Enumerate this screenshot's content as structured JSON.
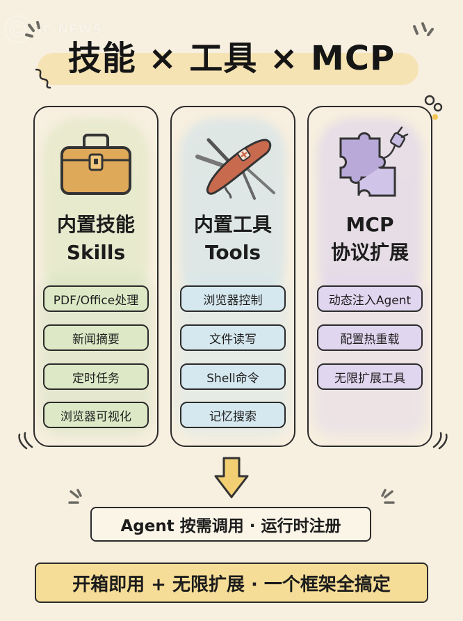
{
  "watermark": {
    "text": "IC NEWS"
  },
  "title": "技能 × 工具 × MCP",
  "cards": [
    {
      "title_line1": "内置技能",
      "title_line2": "Skills",
      "icon": "toolbox-icon",
      "wash": "#dfe7c3",
      "wash2": "#cfe0bb",
      "pill_bg": "#dde9c6",
      "items": [
        "PDF/Office处理",
        "新闻摘要",
        "定时任务",
        "浏览器可视化"
      ]
    },
    {
      "title_line1": "内置工具",
      "title_line2": "Tools",
      "icon": "swiss-knife-icon",
      "wash": "#cfe2ea",
      "wash2": "#d3e6ed",
      "pill_bg": "#d6e8ef",
      "items": [
        "浏览器控制",
        "文件读写",
        "Shell命令",
        "记忆搜索"
      ]
    },
    {
      "title_line1": "MCP",
      "title_line2": "协议扩展",
      "icon": "puzzle-plug-icon",
      "wash": "#ddd2ec",
      "wash2": "#e0d6ee",
      "pill_bg": "#e1d6ef",
      "items": [
        "动态注入Agent",
        "配置热重载",
        "无限扩展工具"
      ]
    }
  ],
  "banner_runtime": "Agent 按需调用 · 运行时注册",
  "banner_summary": "开箱即用 + 无限扩展 · 一个框架全搞定",
  "colors": {
    "background": "#f7efdf",
    "title_highlight": "#f4e1ad",
    "summary_bg": "#f6dd97",
    "runtime_bg": "#fbf5e8"
  }
}
